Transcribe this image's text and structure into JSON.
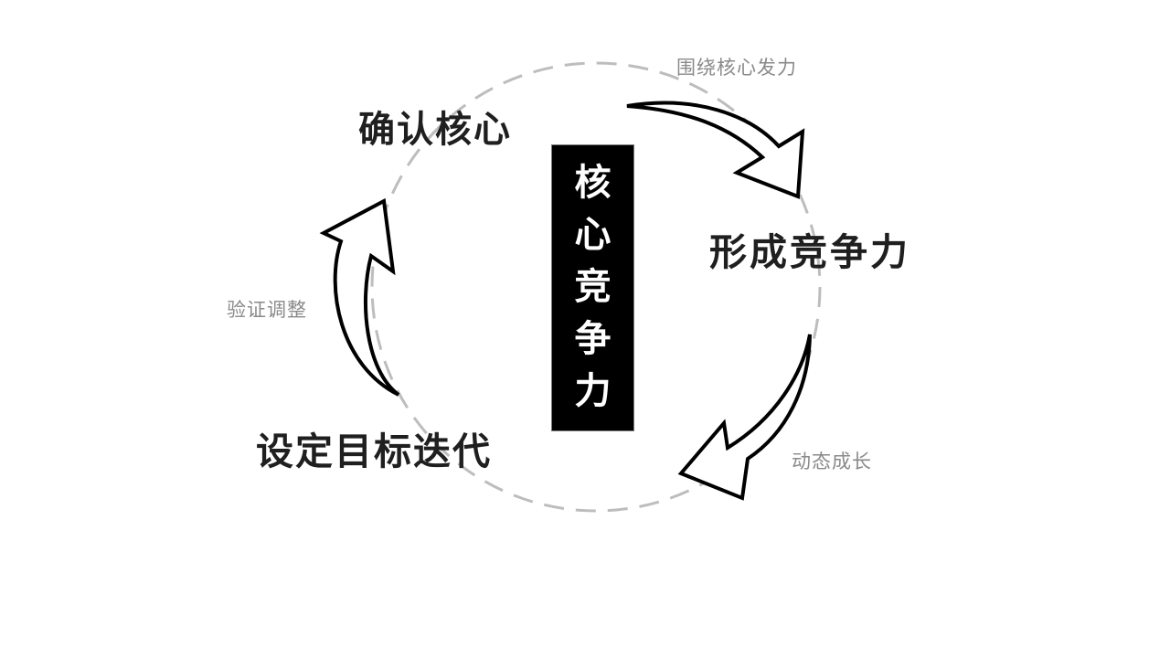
{
  "center": {
    "title": "核心竞争力"
  },
  "steps": {
    "identify_core": "确认核心",
    "build_competitiveness": "形成竞争力",
    "set_goals_iterate": "设定目标迭代"
  },
  "arrows": {
    "focus_on_core": "围绕核心发力",
    "dynamic_growth": "动态成长",
    "verify_adjust": "验证调整"
  },
  "colors": {
    "circle_dash": "#bdbdbd",
    "step_text": "#1f1f1f",
    "arrow_text": "#8a8a8a",
    "center_bg": "#000000",
    "center_text": "#ffffff"
  }
}
